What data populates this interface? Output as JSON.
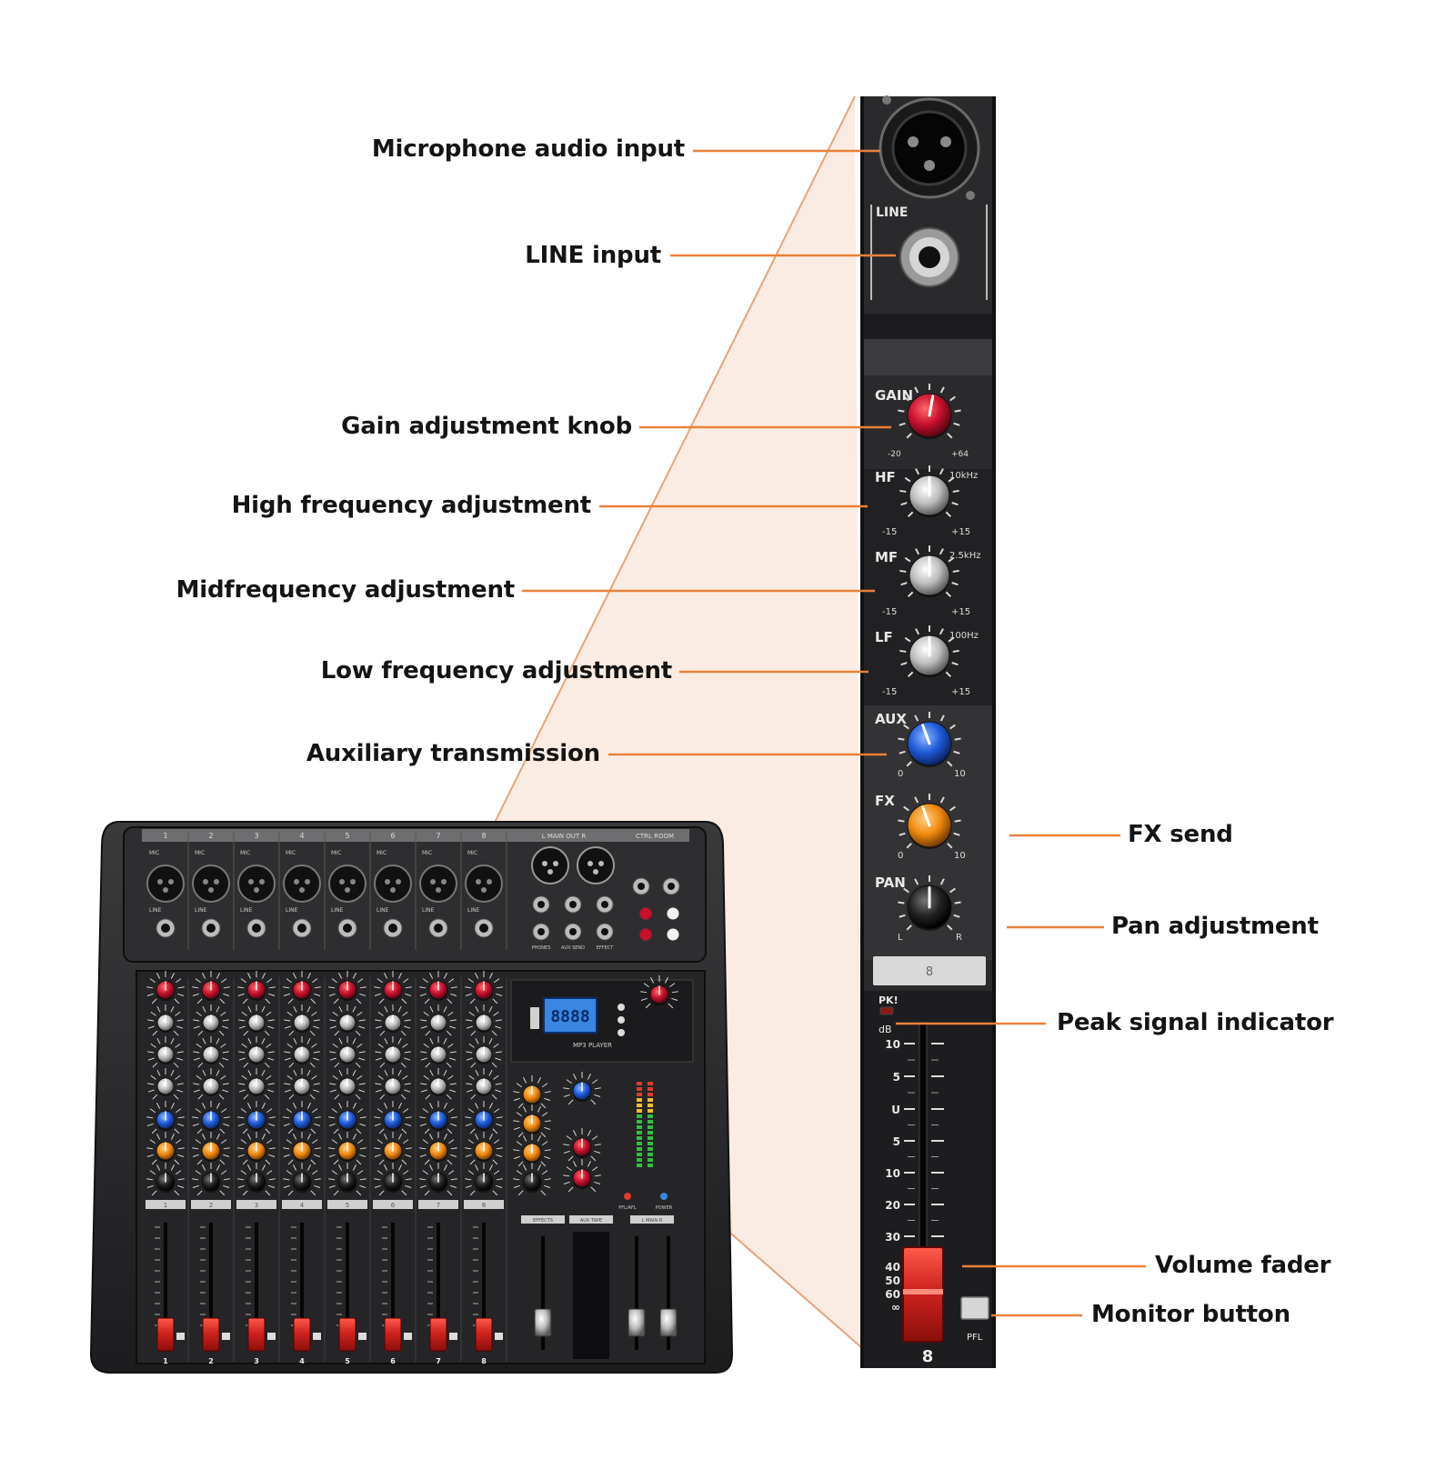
{
  "callouts": {
    "mic_input": "Microphone audio input",
    "line_input": "LINE input",
    "gain_knob": "Gain adjustment knob",
    "high_freq": "High frequency adjustment",
    "mid_freq": "Midfrequency adjustment",
    "low_freq": "Low frequency adjustment",
    "aux_send": "Auxiliary transmission",
    "fx_send": "FX send",
    "pan": "Pan adjustment",
    "peak": "Peak signal indicator",
    "fader": "Volume fader",
    "monitor": "Monitor button"
  },
  "strip": {
    "line": "LINE",
    "gain": "GAIN",
    "gain_min": "-20",
    "gain_max": "+64",
    "hf": "HF",
    "hf_freq": "10kHz",
    "mf": "MF",
    "mf_freq": "2.5kHz",
    "lf": "LF",
    "lf_freq": "100Hz",
    "eq_min": "-15",
    "eq_max": "+15",
    "aux": "AUX",
    "fx": "FX",
    "send_min": "0",
    "send_max": "10",
    "pan": "PAN",
    "pan_l": "L",
    "pan_r": "R",
    "channel_label": "8",
    "pk": "PK!",
    "db": "dB",
    "scale": [
      "10",
      "5",
      "U",
      "5",
      "10",
      "20",
      "30",
      "40",
      "50",
      "60",
      "∞"
    ],
    "pfl": "PFL",
    "channel_number": "8"
  },
  "mixer": {
    "channels": [
      "1",
      "2",
      "3",
      "4",
      "5",
      "6",
      "7",
      "8"
    ],
    "mic": "MIC",
    "line": "LINE",
    "main_out": "L MAIN OUT R",
    "ctrl_room": "CTRL ROOM",
    "phones": "PHONES",
    "aux_send": "AUX SEND",
    "effect": "EFFECT",
    "mp3_player": "MP3 PLAYER",
    "lcd": "8888",
    "effects": "EFFECTS",
    "aux_tape": "AUX TAPE",
    "l_main_r": "L MAIN R",
    "power": "POWER",
    "pfl_afl": "PFL/AFL"
  },
  "colors": {
    "leader": "#e8813a",
    "zoom_cone": "#f6dccb",
    "gain_knob": "#c8102e",
    "aux_knob": "#1f5bd8",
    "fx_knob": "#f08a10",
    "eq_knob": "#c9c9c9",
    "panel": "#2a2a2c",
    "fader_cap": "#d0231f",
    "lcd": "#3a86e0"
  }
}
